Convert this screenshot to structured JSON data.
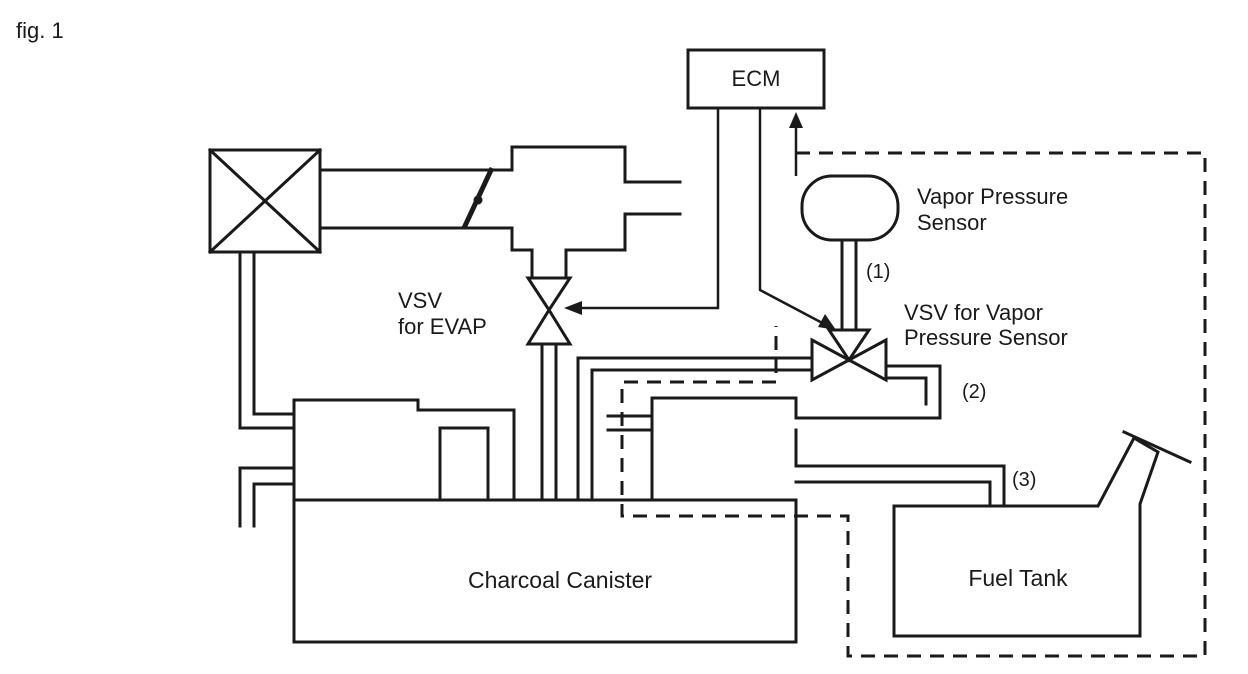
{
  "figure_label": "fig. 1",
  "labels": {
    "ecm": "ECM",
    "vapor_pressure_sensor_line1": "Vapor Pressure",
    "vapor_pressure_sensor_line2": "Sensor",
    "vsv_evap_line1": "VSV",
    "vsv_evap_line2": "for EVAP",
    "vsv_vapor_line1": "VSV for Vapor",
    "vsv_vapor_line2": "Pressure Sensor",
    "passage_1": "(1)",
    "passage_2": "(2)",
    "passage_3": "(3)",
    "charcoal_canister": "Charcoal Canister",
    "fuel_tank": "Fuel Tank"
  }
}
